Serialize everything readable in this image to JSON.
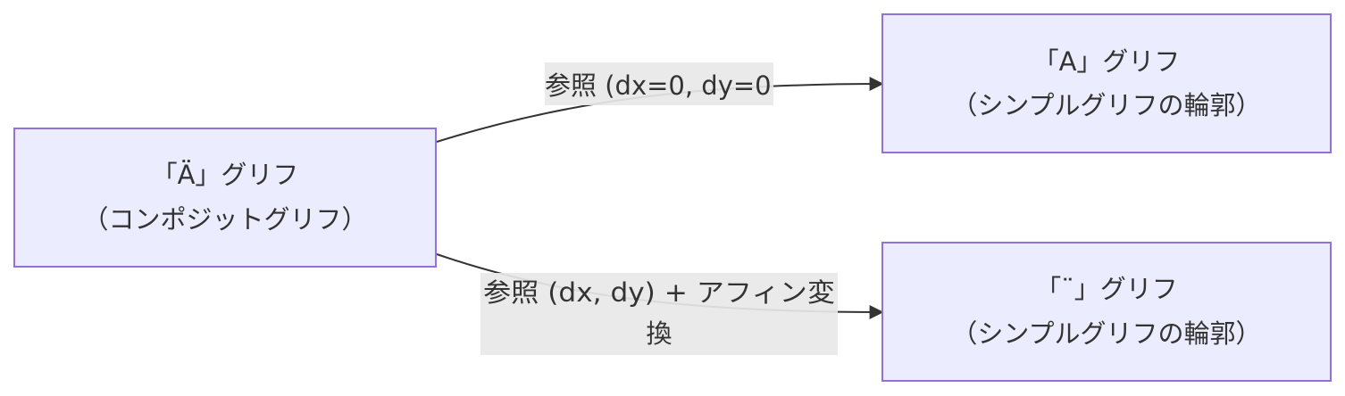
{
  "nodes": {
    "composite": {
      "line1": "「Ä」グリフ",
      "line2": "（コンポジットグリフ）"
    },
    "glyph_a": {
      "line1": "「A」グリフ",
      "line2": "（シンプルグリフの輪郭）"
    },
    "glyph_diaeresis": {
      "line1": "「¨」グリフ",
      "line2": "（シンプルグリフの輪郭）"
    }
  },
  "edges": {
    "to_a": {
      "label": "参照 (dx=0, dy=0)"
    },
    "to_diaeresis": {
      "label_line1": "参照 (dx, dy) + アフィン変",
      "label_line2": "換"
    }
  },
  "colors": {
    "node_fill": "#ECECFF",
    "node_stroke": "#9370DB",
    "edge": "#333333",
    "label_bg": "#E8E8E8"
  }
}
